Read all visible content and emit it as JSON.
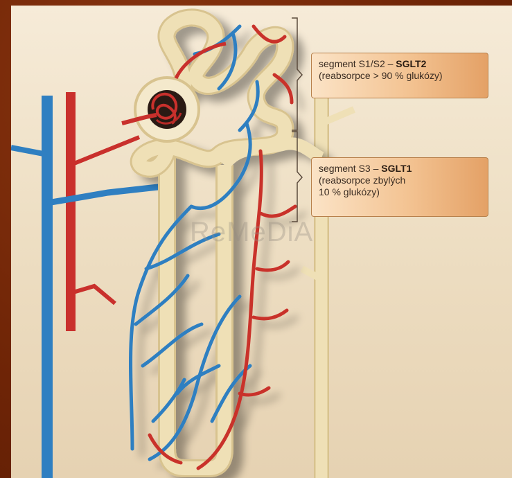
{
  "labels": {
    "s1s2": {
      "prefix": "segment S1/S2 – ",
      "bold": "SGLT2",
      "line2": "(reabsorpce > 90 % glukózy)"
    },
    "s3": {
      "prefix": "segment S3 – ",
      "bold": "SGLT1",
      "line2": "(reabsorpce zbylých",
      "line3": "10 % glukózy)"
    }
  },
  "watermark": "ReMeDiA",
  "colors": {
    "artery": "#c9302c",
    "vein": "#2f7fc1",
    "tubule": "#efe0b6",
    "tubule_edge": "#d8c38f",
    "frame": "#7a2a08"
  }
}
